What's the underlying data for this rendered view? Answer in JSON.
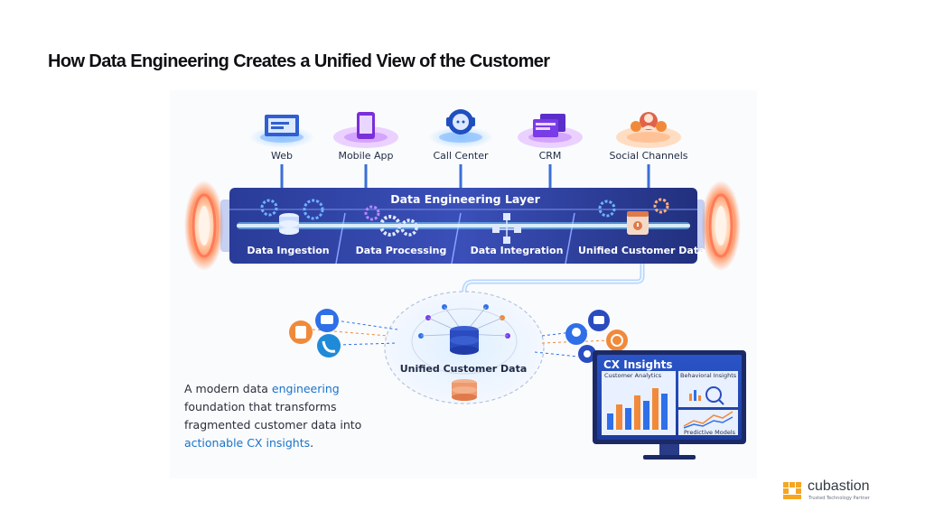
{
  "title": "How Data Engineering Creates a Unified View of the Customer",
  "sources": [
    {
      "label": "Web",
      "icon": "monitor-icon",
      "color": "#2f6fe8"
    },
    {
      "label": "Mobile App",
      "icon": "smartphone-icon",
      "color": "#9b3df0"
    },
    {
      "label": "Call Center",
      "icon": "headset-agent-icon",
      "color": "#2a7fe0"
    },
    {
      "label": "CRM",
      "icon": "crm-windows-icon",
      "color": "#7b3be8"
    },
    {
      "label": "Social Channels",
      "icon": "people-group-icon",
      "color": "#f08a3a"
    }
  ],
  "pipeline": {
    "title": "Data Engineering Layer",
    "stages": [
      {
        "label": "Data Ingestion",
        "icon": "database-gear-icon"
      },
      {
        "label": "Data Processing",
        "icon": "gears-icon"
      },
      {
        "label": "Data Integration",
        "icon": "flow-nodes-icon"
      },
      {
        "label": "Unified Customer Data",
        "icon": "customer-profile-icon"
      }
    ]
  },
  "hub": {
    "label": "Unified Customer Data"
  },
  "description": {
    "part1": "A modern data ",
    "highlight1": "engineering",
    "part2": " foundation that transforms fragmented customer data into ",
    "highlight2": "actionable CX insights",
    "part3": "."
  },
  "dashboard": {
    "title": "CX Insights",
    "panels": [
      "Customer Analytics",
      "Behavioral Insights",
      "Predictive Models"
    ]
  },
  "brand": {
    "name": "cubastion",
    "tagline": "Trusted Technology Partner",
    "color": "#f5a623"
  },
  "colors": {
    "accent_blue": "#1a73c9",
    "pipeline_dark": "#1d2a6e",
    "title": "#0f0f14"
  }
}
